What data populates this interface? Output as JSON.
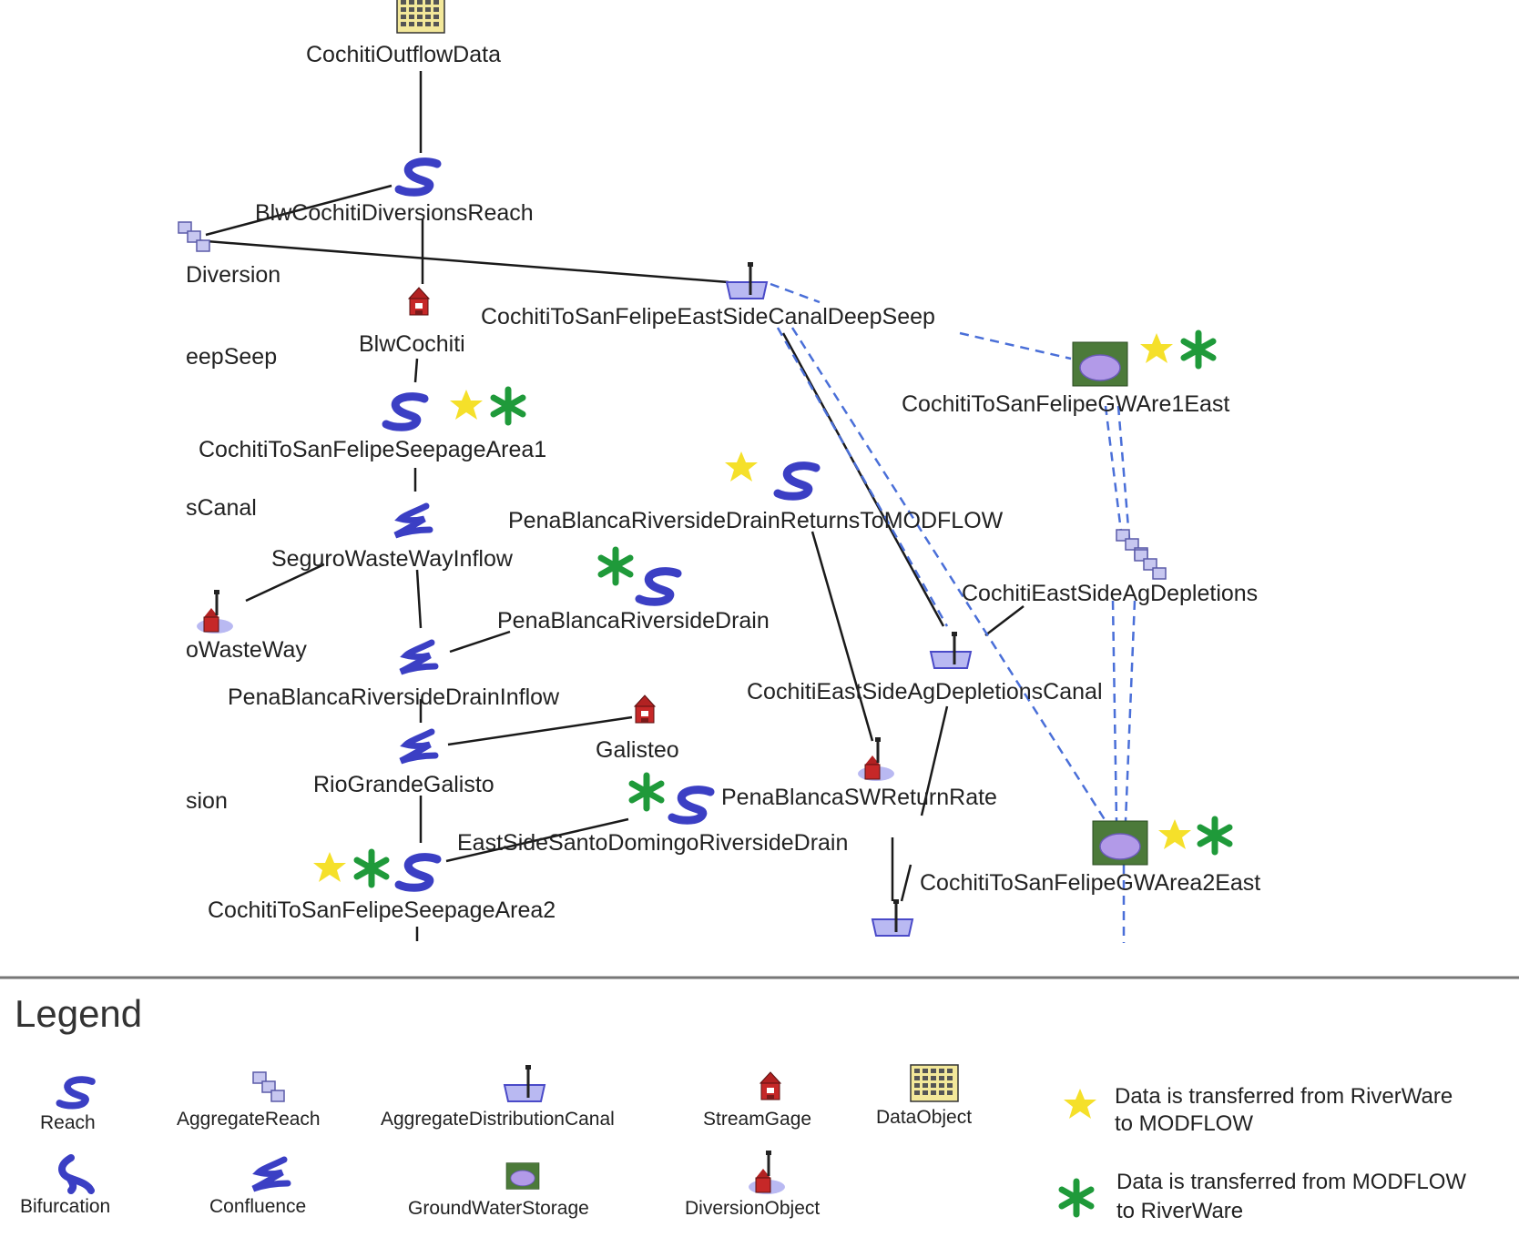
{
  "nodes": [
    {
      "id": "cochiti_outflow_data",
      "label": "CochitiOutflowData",
      "icon": "data-object-icon"
    },
    {
      "id": "blw_cochiti_diversions_reach",
      "label": "BlwCochitiDiversionsReach",
      "icon": "reach-icon"
    },
    {
      "id": "diversion",
      "label": "Diversion",
      "icon": "diversion-object-icon"
    },
    {
      "id": "blw_cochiti",
      "label": "BlwCochiti",
      "icon": "stream-gage-icon"
    },
    {
      "id": "east_canal_deep_seep",
      "label": "CochitiToSanFelipeEastSideCanalDeepSeep",
      "icon": "aggregate-distribution-canal-icon"
    },
    {
      "id": "deep_seep_left",
      "label": "eepSeep",
      "icon": ""
    },
    {
      "id": "gw_area1_east",
      "label": "CochitiToSanFelipeGWAre⁠1East",
      "icon": "groundwater-storage-icon"
    },
    {
      "id": "seepage_area1",
      "label": "CochitiToSanFelipeSeepageArea1",
      "icon": "reach-icon"
    },
    {
      "id": "s_canal_left",
      "label": "sCanal",
      "icon": ""
    },
    {
      "id": "drain_returns_modflow",
      "label": "PenaBlancaRiversideDrainReturnsToMODFLOW",
      "icon": "reach-icon"
    },
    {
      "id": "seguro_inflow",
      "label": "SeguroWasteWayInflow",
      "icon": "confluence-icon"
    },
    {
      "id": "east_ag_depletions",
      "label": "CochitiEastSideAgDepletions",
      "icon": "aggregate-reach-icon"
    },
    {
      "id": "waste_way_left",
      "label": "oWasteWay",
      "icon": "diversion-object-icon"
    },
    {
      "id": "riverside_drain",
      "label": "PenaBlancaRiversideDrain",
      "icon": "reach-icon"
    },
    {
      "id": "riverside_drain_inflow",
      "label": "PenaBlancaRiversideDrainInflow",
      "icon": "confluence-icon"
    },
    {
      "id": "east_ag_depletions_canal",
      "label": "CochitiEastSideAgDepletionsCanal",
      "icon": "aggregate-distribution-canal-icon"
    },
    {
      "id": "galisteo",
      "label": "Galisteo",
      "icon": "stream-gage-icon"
    },
    {
      "id": "rio_grande_galisto",
      "label": "RioGrandeGalisto",
      "icon": "confluence-icon"
    },
    {
      "id": "sion_left",
      "label": "sion",
      "icon": ""
    },
    {
      "id": "sw_return_rate",
      "label": "PenaBlancaSWReturnRate",
      "icon": "diversion-object-icon"
    },
    {
      "id": "santo_domingo_drain",
      "label": "EastSideSantoDomingoRiversideDrain",
      "icon": "reach-icon"
    },
    {
      "id": "gw_area2_east",
      "label": "CochitiToSanFelipeGWArea2East",
      "icon": "groundwater-storage-icon"
    },
    {
      "id": "seepage_area2",
      "label": "CochitiToSanFelipeSeepageArea2",
      "icon": "reach-icon"
    }
  ],
  "legend": {
    "title": "Legend",
    "items": [
      {
        "label": "Reach",
        "icon": "reach-icon"
      },
      {
        "label": "AggregateReach",
        "icon": "aggregate-reach-icon"
      },
      {
        "label": "AggregateDistributionCanal",
        "icon": "aggregate-distribution-canal-icon"
      },
      {
        "label": "StreamGage",
        "icon": "stream-gage-icon"
      },
      {
        "label": "DataObject",
        "icon": "data-object-icon"
      },
      {
        "label": "Bifurcation",
        "icon": "bifurcation-icon"
      },
      {
        "label": "Confluence",
        "icon": "confluence-icon"
      },
      {
        "label": "GroundWaterStorage",
        "icon": "groundwater-storage-icon"
      },
      {
        "label": "DiversionObject",
        "icon": "diversion-object-icon"
      }
    ],
    "notes": [
      {
        "icon": "yellow-star-icon",
        "line1": "Data is transferred from RiverWare",
        "line2": "to MODFLOW"
      },
      {
        "icon": "green-asterisk-icon",
        "line1": "Data is transferred from MODFLOW",
        "line2": "to RiverWare"
      }
    ]
  },
  "colors": {
    "reach": "#3b3fc4",
    "data_link": "#4a6fd8",
    "yellow_star": "#f5e02a",
    "green_asterisk": "#1f9a3a",
    "stream_gage": "#b22222"
  }
}
